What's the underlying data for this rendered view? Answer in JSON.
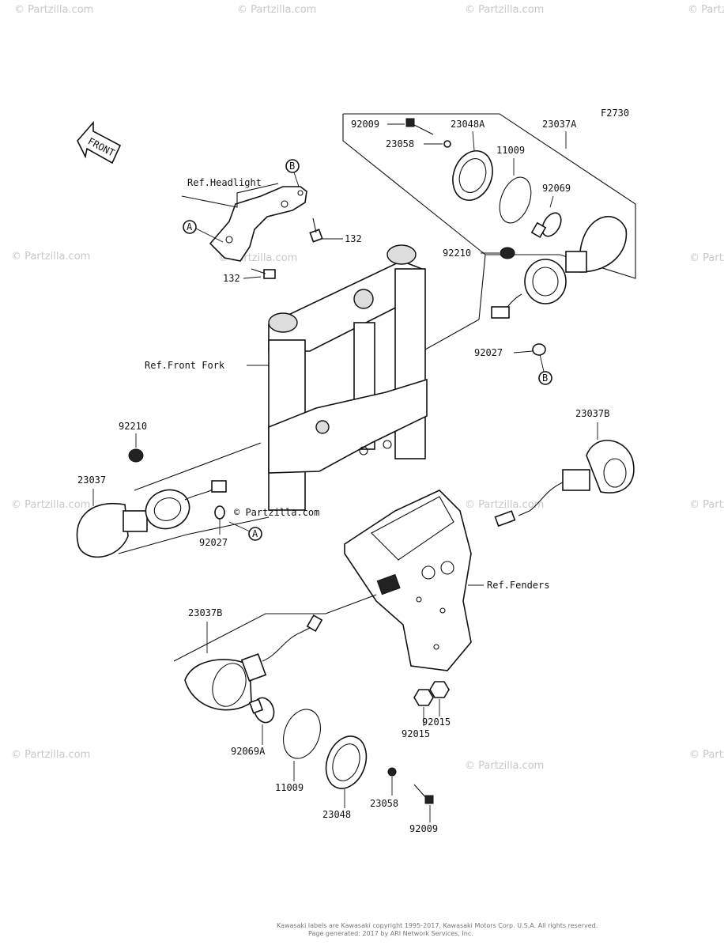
{
  "diagram": {
    "code": "F2730",
    "front_label": "FRONT",
    "references": {
      "headlight": "Ref.Headlight",
      "front_fork": "Ref.Front Fork",
      "fenders": "Ref.Fenders"
    },
    "callouts": {
      "a_upper": "A",
      "a_lower": "A",
      "b_upper": "B",
      "b_lower": "B"
    },
    "parts": {
      "p92009_top": "92009",
      "p23048a": "23048A",
      "p23037a": "23037A",
      "p23058_top": "23058",
      "p11009_top": "11009",
      "p92069": "92069",
      "p132_right": "132",
      "p132_left": "132",
      "p92210_right": "92210",
      "p92027_right": "92027",
      "p92210_left": "92210",
      "p23037_left": "23037",
      "p92027_left": "92027",
      "p23037b_right": "23037B",
      "p23037b_bottom": "23037B",
      "p92015_a": "92015",
      "p92015_b": "92015",
      "p92069a": "92069A",
      "p11009_bottom": "11009",
      "p23048": "23048",
      "p23058_bottom": "23058",
      "p92009_bottom": "92009"
    },
    "watermark": "© Partzilla.com",
    "center_watermark": "© Partzilla.com",
    "footer": [
      "Kawasaki labels are Kawasaki copyright 1995-2017, Kawasaki Motors Corp. U.S.A. All rights reserved.",
      "Page generated: 2017 by ARI Network Services, Inc."
    ]
  }
}
